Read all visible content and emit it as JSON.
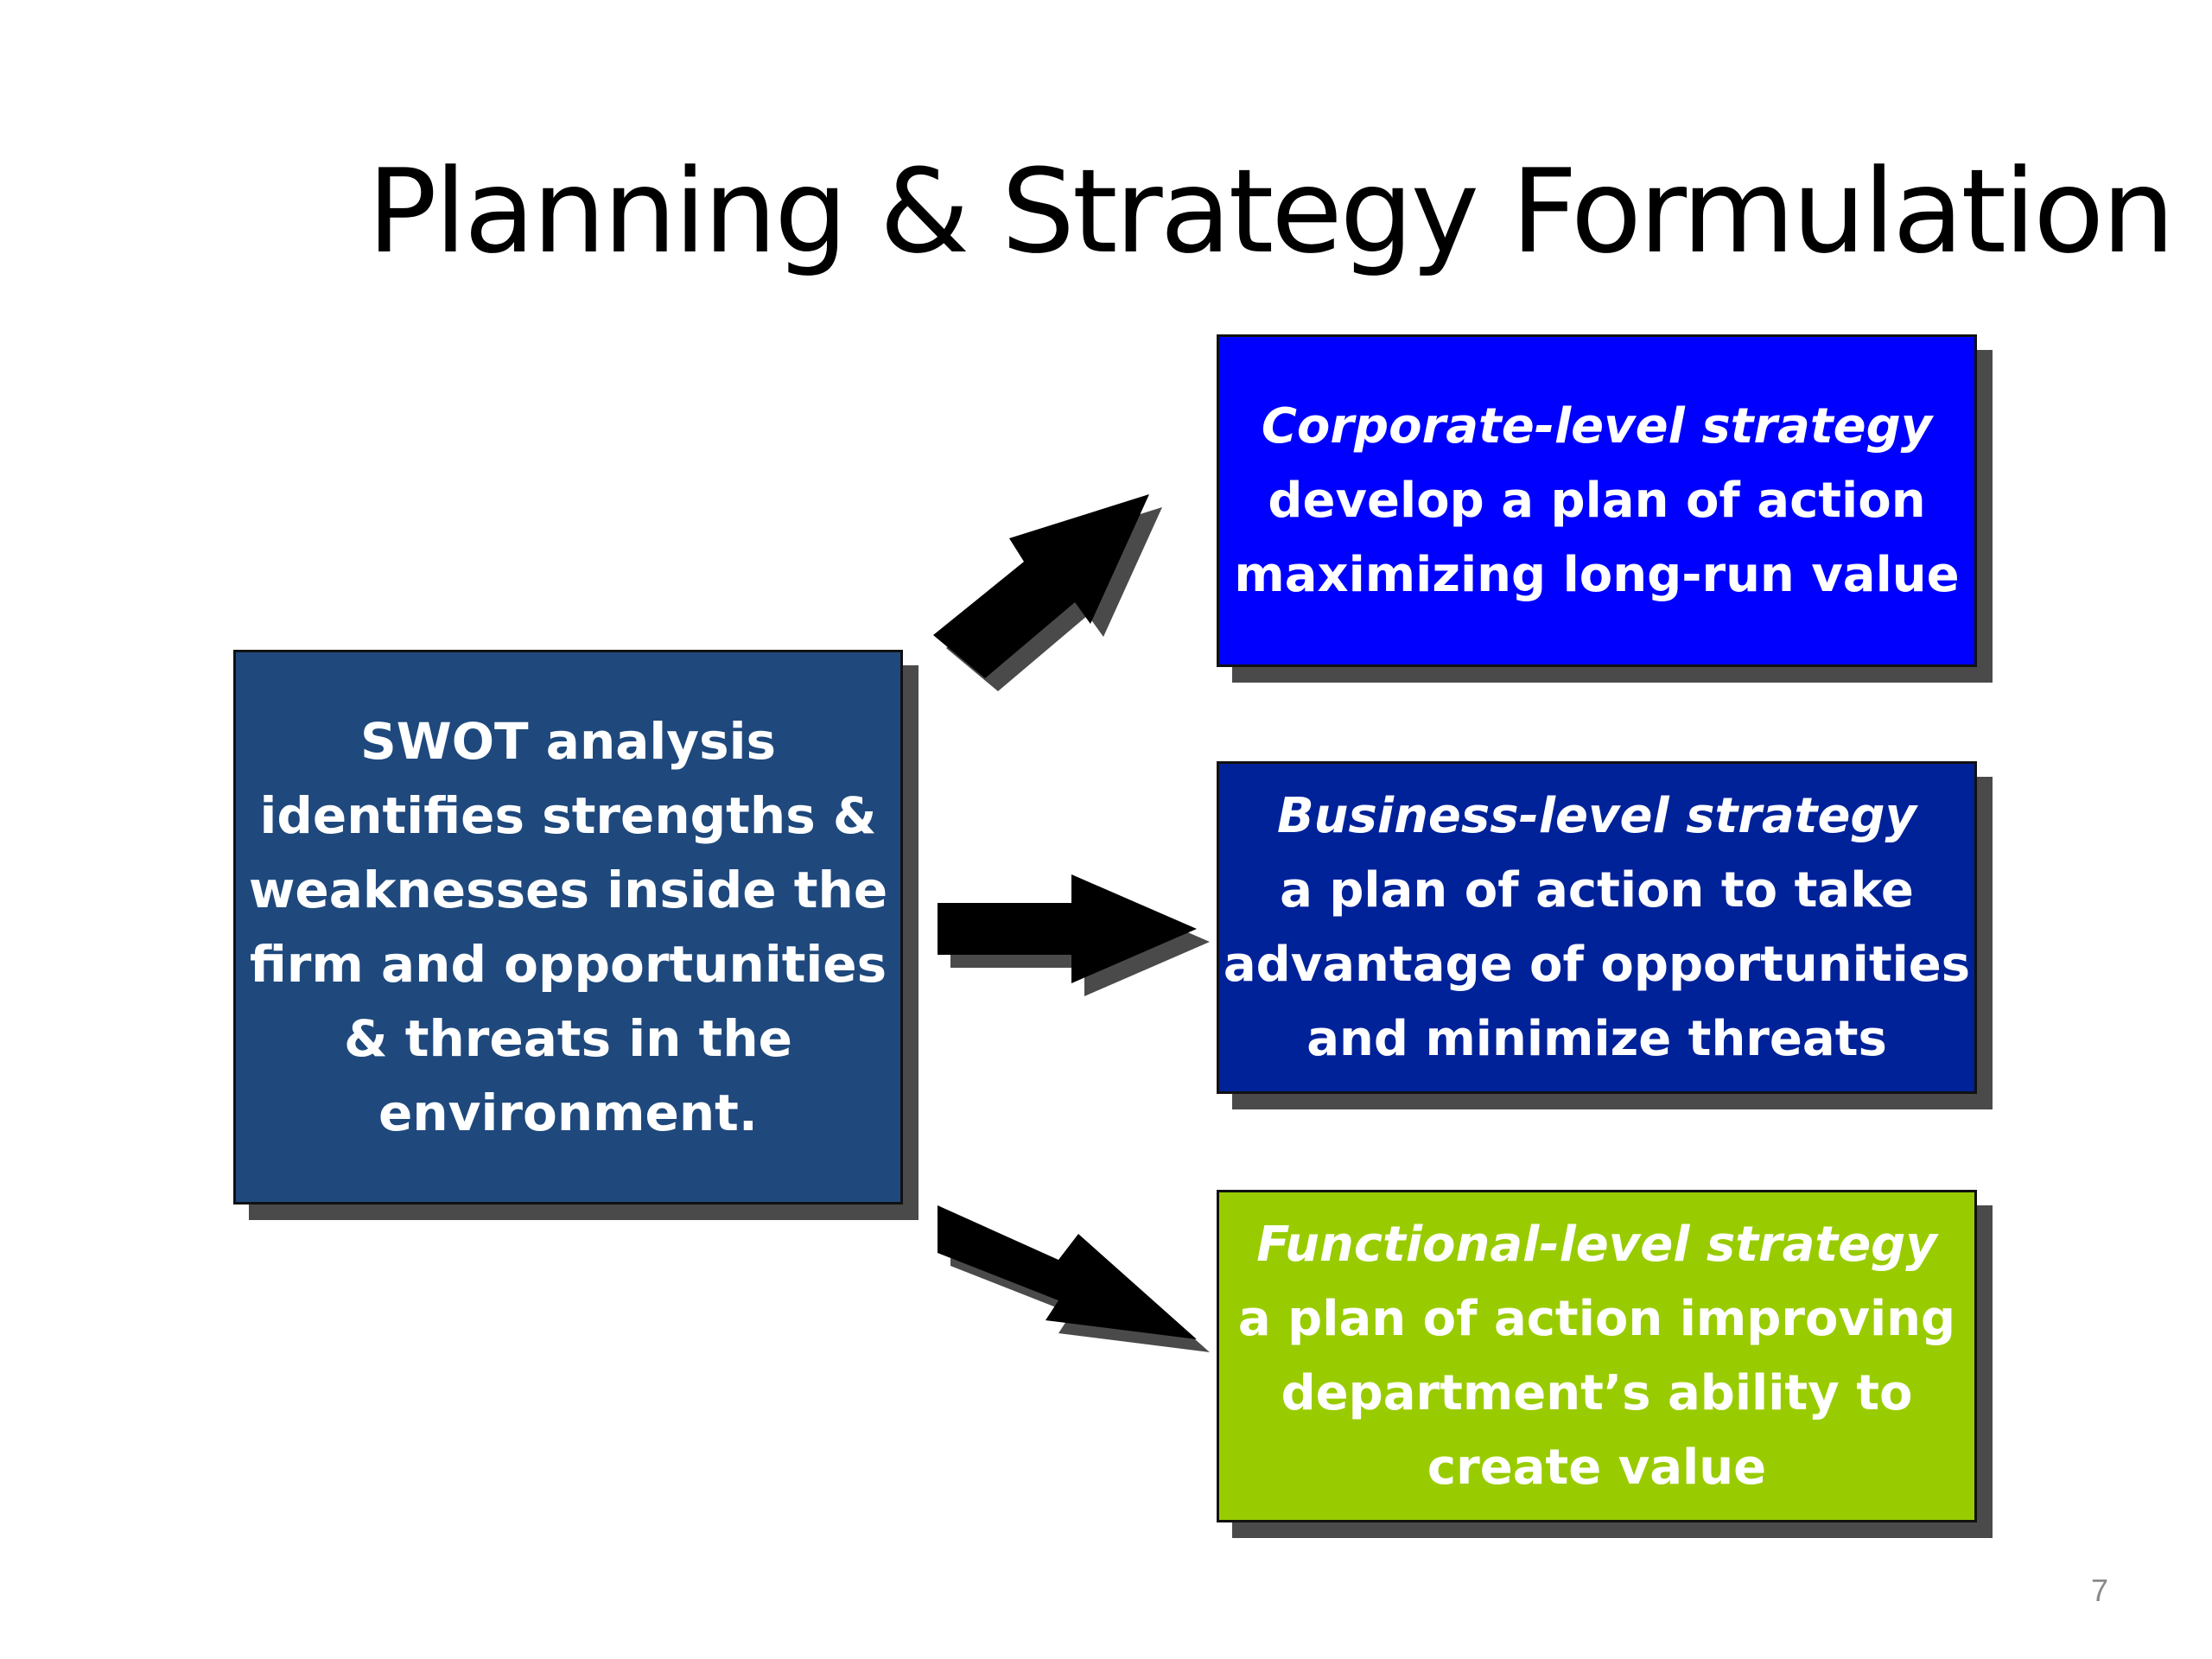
{
  "slide": {
    "title": "Planning & Strategy Formulation",
    "page_number": "7"
  },
  "swot": {
    "lines": [
      "SWOT analysis",
      "identifies strengths &",
      "weaknesses inside the",
      "firm and opportunities",
      "& threats in the",
      "environment."
    ],
    "color": "#1f497d"
  },
  "strategies": [
    {
      "heading": "Corporate-level strategy",
      "lines": [
        "develop a plan of action",
        "maximizing long-run value"
      ],
      "color": "#0000ff"
    },
    {
      "heading": "Business-level strategy",
      "lines": [
        "a plan of action to take",
        "advantage of opportunities",
        "and minimize threats"
      ],
      "color": "#002299"
    },
    {
      "heading": "Functional-level strategy",
      "lines": [
        "a plan of action improving",
        "department’s ability to",
        "create value"
      ],
      "color": "#99cc00"
    }
  ],
  "arrow_color": "#000000",
  "arrow_shadow_color": "#4a4a4a"
}
